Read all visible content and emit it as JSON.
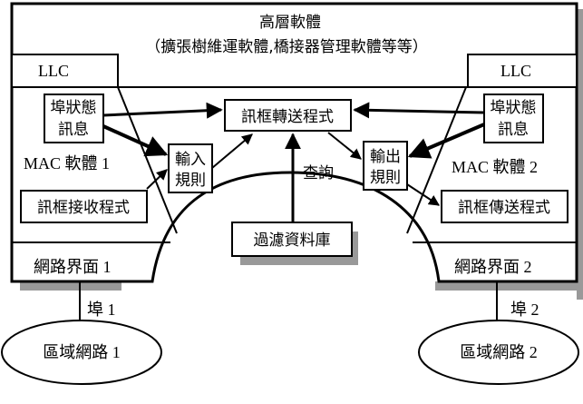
{
  "diagram": {
    "title": "高層軟體",
    "subtitle": "（擴張樹維運軟體,橋接器管理軟體等等）",
    "llc_left": "LLC",
    "llc_right": "LLC",
    "mac_left": "MAC 軟體 1",
    "mac_right": "MAC 軟體 2",
    "port_state_left": [
      "埠狀態",
      "訊息"
    ],
    "port_state_right": [
      "埠狀態",
      "訊息"
    ],
    "frame_forwarding": "訊框轉送程式",
    "input_rules": [
      "輸入",
      "規則"
    ],
    "output_rules": [
      "輸出",
      "規則"
    ],
    "frame_receive": "訊框接收程式",
    "frame_transmit": "訊框傳送程式",
    "query": "查詢",
    "filter_db": "過濾資料庫",
    "nic_left": "網路界面 1",
    "nic_right": "網路界面 2",
    "port_left": "埠 1",
    "port_right": "埠 2",
    "lan_left": "區域網路 1",
    "lan_right": "區域網路 2"
  }
}
